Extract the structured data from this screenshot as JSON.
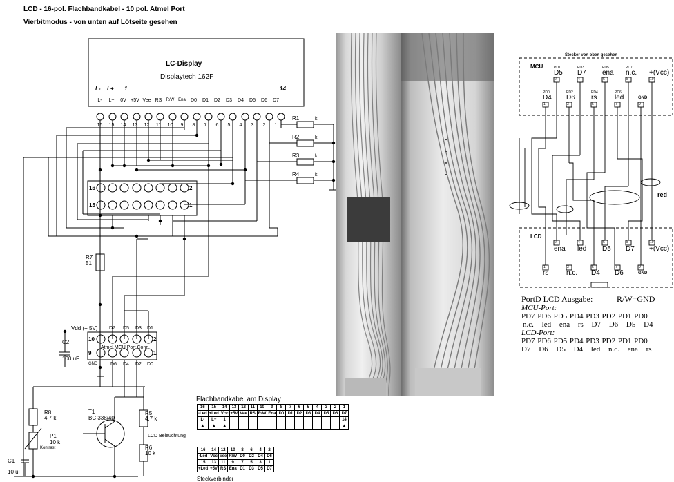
{
  "header": {
    "title": "LCD - 16-pol. Flachbandkabel - 10 pol. Atmel Port",
    "subtitle": "Vierbitmodus - von unten auf Lötseite gesehen"
  },
  "lcd": {
    "title": "LC-Display",
    "model": "Displaytech 162F",
    "row_top": [
      "L-",
      "L+",
      "1",
      "14"
    ],
    "pins": [
      "L-",
      "L+",
      "0V",
      "+5V",
      "Vee",
      "RS",
      "R/W",
      "Ena",
      "D0",
      "D1",
      "D2",
      "D3",
      "D4",
      "D5",
      "D6",
      "D7"
    ],
    "pin_numbers": [
      "16",
      "15",
      "14",
      "13",
      "12",
      "11",
      "10",
      "9",
      "8",
      "7",
      "6",
      "5",
      "4",
      "3",
      "2",
      "1"
    ]
  },
  "resistors": {
    "r1": "R1",
    "r2": "R2",
    "r3": "R3",
    "r4": "R4",
    "unit": "k",
    "r7": "R7",
    "r7v": "51",
    "r8": "R8",
    "r8v": "4,7 k",
    "r5": "R5",
    "r5v": "4,7 k",
    "r6": "R6",
    "r6v": "10 k"
  },
  "connector16": {
    "n16": "16",
    "n2": "2",
    "n15": "15",
    "n1": "1"
  },
  "connector10": {
    "vdd": "Vdd (+ 5V)",
    "top": [
      "D7",
      "D5",
      "D3",
      "D1"
    ],
    "bottom": [
      "GND",
      "D6",
      "D4",
      "D2",
      "D0"
    ],
    "name": "Atmel MCU Port Conn",
    "n10": "10",
    "n2": "2",
    "n9": "9",
    "n1": "1"
  },
  "caps": {
    "c2": "C2",
    "c2v": "100 uF",
    "c1": "C1",
    "c1v": "10 uF"
  },
  "pot": {
    "p1": "P1",
    "p1v": "10 k",
    "p1n": "Kontrast"
  },
  "transistor": {
    "t1": "T1",
    "t1v": "BC 338/40",
    "led": "LCD Beleuchtung"
  },
  "ribbon": {
    "title": "Flachbandkabel am Display",
    "r1": [
      "16",
      "15",
      "14",
      "13",
      "12",
      "11",
      "10",
      "9",
      "8",
      "7",
      "6",
      "5",
      "4",
      "3",
      "2",
      "1"
    ],
    "r2": [
      "-Led",
      "+Led",
      "Vcc",
      "+5V",
      "Vee",
      "RS",
      "R/W",
      "Ena",
      "D0",
      "D1",
      "D2",
      "D3",
      "D4",
      "D5",
      "D6",
      "D7"
    ],
    "r3": [
      "L-",
      "L+",
      "1",
      "",
      "",
      "",
      "",
      "",
      "",
      "",
      "",
      "",
      "",
      "",
      "",
      "14"
    ],
    "b1": [
      "16",
      "14",
      "12",
      "10",
      "8",
      "6",
      "4",
      "2"
    ],
    "b2": [
      "-Led",
      "Vcc",
      "Vee",
      "R/W",
      "D0",
      "D2",
      "D4",
      "D6"
    ],
    "b3": [
      "15",
      "13",
      "11",
      "9",
      "7",
      "5",
      "3",
      "1"
    ],
    "b4": [
      "+Led",
      "+5V",
      "RS",
      "Ena",
      "D1",
      "D3",
      "D5",
      "D7"
    ],
    "footer": "Steckverbinder"
  },
  "right": {
    "hint": "Stecker von oben gesehen",
    "mcu": "MCU",
    "mcu_top": [
      [
        "PD1",
        "D5",
        "2"
      ],
      [
        "PD3",
        "D7",
        "4"
      ],
      [
        "PD5",
        "ena",
        "6"
      ],
      [
        "PD7",
        "n.c.",
        "8"
      ],
      [
        "",
        "+(Vcc)",
        "10"
      ]
    ],
    "mcu_bot": [
      [
        "PD0",
        "D4",
        "1"
      ],
      [
        "PD2",
        "D6",
        "3"
      ],
      [
        "PD4",
        "rs",
        "5"
      ],
      [
        "PD6",
        "led",
        "7"
      ],
      [
        "",
        "GND",
        "9"
      ]
    ],
    "red": "red",
    "lcd": "LCD",
    "lcd_top": [
      [
        "ena",
        "2"
      ],
      [
        "led",
        "4"
      ],
      [
        "D5",
        "6"
      ],
      [
        "D7",
        "8"
      ],
      [
        "+(Vcc)",
        "10"
      ]
    ],
    "lcd_bot": [
      [
        "rs",
        "1"
      ],
      [
        "n.c.",
        "3"
      ],
      [
        "D4",
        "5"
      ],
      [
        "D6",
        "7"
      ],
      [
        "GND",
        "9"
      ]
    ],
    "out_title": "PortD LCD Ausgabe:",
    "out_rw": "R/W=GND",
    "mcu_port": "MCU-Port:",
    "ports": "PD7 PD6 PD5 PD4 PD3 PD2 PD1 PD0",
    "mcu_map": "n.c. led ena rs D7 D6 D5 D4",
    "lcd_port": "LCD-Port:",
    "lcd_map": "D7 D6 D5 D4 led n.c. ena rs"
  }
}
